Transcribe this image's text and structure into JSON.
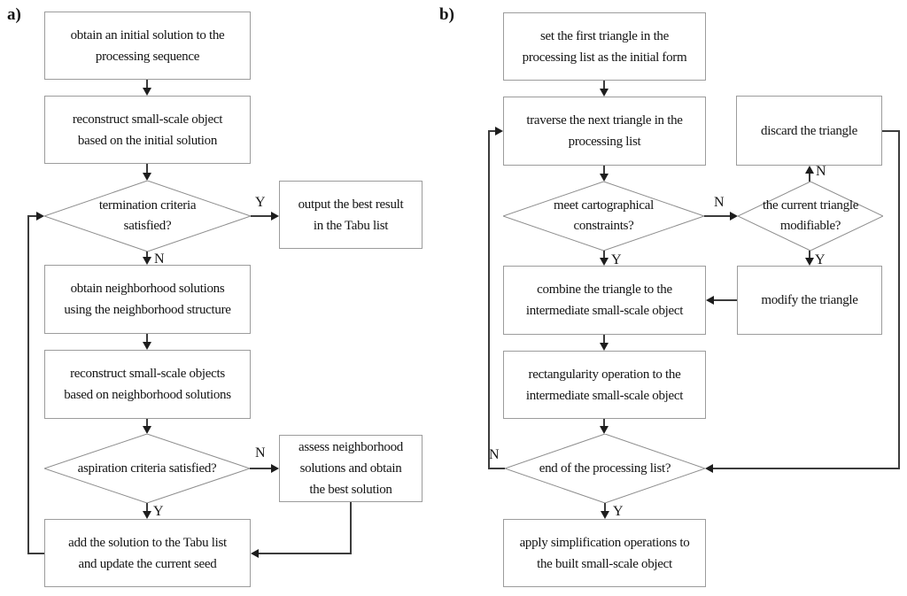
{
  "figure": {
    "panel_a": {
      "label": "a)",
      "box_initial": "obtain an initial solution to the\nprocessing sequence",
      "box_reconstruct_initial": "reconstruct small-scale object\nbased on the initial solution",
      "decision_termination": "termination criteria\nsatisfied?",
      "box_output": "output the best result\nin the Tabu list",
      "box_neighborhood": "obtain neighborhood solutions\nusing the neighborhood structure",
      "box_reconstruct_neighborhood": "reconstruct small-scale objects\nbased on neighborhood solutions",
      "decision_aspiration": "aspiration criteria satisfied?",
      "box_assess": "assess neighborhood\nsolutions and obtain\nthe best solution",
      "box_add": "add the solution to the Tabu list\nand update the current seed",
      "labels": {
        "yes": "Y",
        "no": "N"
      }
    },
    "panel_b": {
      "label": "b)",
      "box_set_first": "set the first triangle in the\nprocessing list as the initial form",
      "box_traverse": "traverse the next triangle in the\nprocessing list",
      "box_discard": "discard the triangle",
      "decision_constraints": "meet cartographical\nconstraints?",
      "decision_modifiable": "the current triangle\nmodifiable?",
      "box_combine": "combine the triangle to the\nintermediate small-scale object",
      "box_modify": "modify the triangle",
      "box_rectangularity": "rectangularity operation to the\nintermediate small-scale object",
      "decision_end": "end of the processing list?",
      "box_apply": "apply simplification operations to\nthe built small-scale object",
      "labels": {
        "yes": "Y",
        "no": "N"
      }
    }
  }
}
